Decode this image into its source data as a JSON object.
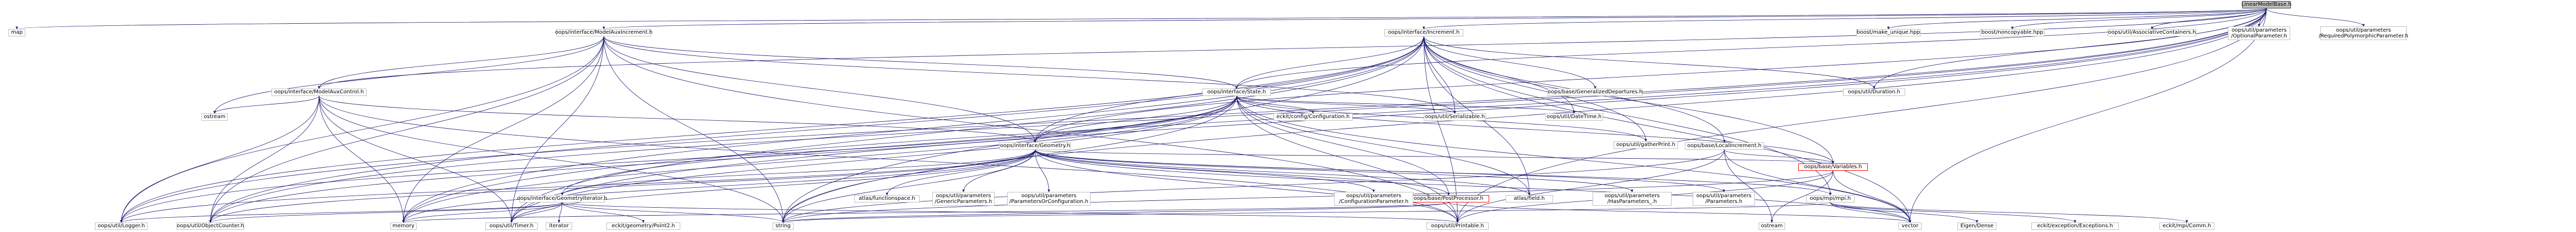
{
  "graph": {
    "root": "LinearModelBase.h",
    "nodes": [
      {
        "id": "root",
        "label": "LinearModelBase.h",
        "style": "root"
      },
      {
        "id": "map",
        "label": "map"
      },
      {
        "id": "mai",
        "label": "oops/interface/ModelAuxIncrement.h"
      },
      {
        "id": "ii",
        "label": "oops/interface/Increment.h"
      },
      {
        "id": "boost_mu",
        "label": "boost/make_unique.hpp"
      },
      {
        "id": "boost_nc",
        "label": "boost/noncopyable.hpp"
      },
      {
        "id": "assoc",
        "label": "oops/util/AssociativeContainers.h"
      },
      {
        "id": "optparam",
        "label": "oops/util/parameters\n/OptionalParameter.h"
      },
      {
        "id": "reqpoly",
        "label": "oops/util/parameters\n/RequiredPolymorphicParameter.h"
      },
      {
        "id": "mac",
        "label": "oops/interface/ModelAuxControl.h"
      },
      {
        "id": "state",
        "label": "oops/interface/State.h"
      },
      {
        "id": "gendep",
        "label": "oops/base/GeneralizedDepartures.h"
      },
      {
        "id": "duration",
        "label": "oops/util/Duration.h"
      },
      {
        "id": "localinc",
        "label": "oops/base/LocalIncrement.h"
      },
      {
        "id": "mpi",
        "label": "oops/mpi/mpi.h"
      },
      {
        "id": "ostream",
        "label": "ostream"
      },
      {
        "id": "geom",
        "label": "oops/interface/Geometry.h"
      },
      {
        "id": "config",
        "label": "eckit/config/Configuration.h"
      },
      {
        "id": "serializable",
        "label": "oops/util/Serializable.h"
      },
      {
        "id": "datetime",
        "label": "oops/util/DateTime.h"
      },
      {
        "id": "gatherprint",
        "label": "oops/util/gatherPrint.h"
      },
      {
        "id": "geomiter",
        "label": "oops/interface/GeometryIterator.h"
      },
      {
        "id": "atlas_fs",
        "label": "atlas/functionspace.h"
      },
      {
        "id": "genparams",
        "label": "oops/util/parameters\n/GenericParameters.h"
      },
      {
        "id": "paramsorcfg",
        "label": "oops/util/parameters\n/ParametersOrConfiguration.h"
      },
      {
        "id": "postproc",
        "label": "oops/base/PostProcessor.h",
        "style": "red"
      },
      {
        "id": "atlas_field",
        "label": "atlas/field.h"
      },
      {
        "id": "cfgparam",
        "label": "oops/util/parameters\n/ConfigurationParameter.h"
      },
      {
        "id": "hasparams",
        "label": "oops/util/parameters\n/HasParameters_.h"
      },
      {
        "id": "params",
        "label": "oops/util/parameters\n/Parameters.h"
      },
      {
        "id": "variables",
        "label": "oops/base/Variables.h",
        "style": "red"
      },
      {
        "id": "logger",
        "label": "oops/util/Logger.h"
      },
      {
        "id": "objcounter",
        "label": "oops/util/ObjectCounter.h"
      },
      {
        "id": "memory",
        "label": "memory"
      },
      {
        "id": "timer",
        "label": "oops/util/Timer.h"
      },
      {
        "id": "iterator",
        "label": "iterator"
      },
      {
        "id": "point2",
        "label": "eckit/geometry/Point2.h"
      },
      {
        "id": "string",
        "label": "string"
      },
      {
        "id": "printable",
        "label": "oops/util/Printable.h"
      },
      {
        "id": "ostream2",
        "label": "ostream"
      },
      {
        "id": "vector",
        "label": "vector"
      },
      {
        "id": "eigen",
        "label": "Eigen/Dense"
      },
      {
        "id": "exceptions",
        "label": "eckit/exception/Exceptions.h"
      },
      {
        "id": "comm",
        "label": "eckit/mpi/Comm.h"
      }
    ],
    "edges": [
      [
        "root",
        "map"
      ],
      [
        "root",
        "mai"
      ],
      [
        "root",
        "ii"
      ],
      [
        "root",
        "boost_mu"
      ],
      [
        "root",
        "boost_nc"
      ],
      [
        "root",
        "assoc"
      ],
      [
        "root",
        "optparam"
      ],
      [
        "root",
        "reqpoly"
      ],
      [
        "root",
        "logger"
      ],
      [
        "root",
        "objcounter"
      ],
      [
        "root",
        "timer"
      ],
      [
        "root",
        "memory"
      ],
      [
        "root",
        "string"
      ],
      [
        "root",
        "vector"
      ],
      [
        "root",
        "geom"
      ],
      [
        "root",
        "state"
      ],
      [
        "root",
        "duration"
      ],
      [
        "root",
        "printable"
      ],
      [
        "root",
        "mac"
      ],
      [
        "mai",
        "mac"
      ],
      [
        "mai",
        "ostream"
      ],
      [
        "mai",
        "geom"
      ],
      [
        "mai",
        "state"
      ],
      [
        "mai",
        "serializable"
      ],
      [
        "mai",
        "logger"
      ],
      [
        "mai",
        "objcounter"
      ],
      [
        "mai",
        "memory"
      ],
      [
        "mai",
        "timer"
      ],
      [
        "mai",
        "string"
      ],
      [
        "mai",
        "printable"
      ],
      [
        "ii",
        "state"
      ],
      [
        "ii",
        "gendep"
      ],
      [
        "ii",
        "duration"
      ],
      [
        "ii",
        "localinc"
      ],
      [
        "ii",
        "mpi"
      ],
      [
        "ii",
        "geom"
      ],
      [
        "ii",
        "serializable"
      ],
      [
        "ii",
        "datetime"
      ],
      [
        "ii",
        "gatherprint"
      ],
      [
        "ii",
        "atlas_field"
      ],
      [
        "ii",
        "variables"
      ],
      [
        "ii",
        "logger"
      ],
      [
        "ii",
        "objcounter"
      ],
      [
        "ii",
        "memory"
      ],
      [
        "ii",
        "timer"
      ],
      [
        "ii",
        "printable"
      ],
      [
        "ii",
        "vector"
      ],
      [
        "ii",
        "string"
      ],
      [
        "mac",
        "ostream"
      ],
      [
        "mac",
        "geom"
      ],
      [
        "mac",
        "logger"
      ],
      [
        "mac",
        "objcounter"
      ],
      [
        "mac",
        "memory"
      ],
      [
        "mac",
        "timer"
      ],
      [
        "mac",
        "string"
      ],
      [
        "mac",
        "printable"
      ],
      [
        "state",
        "config"
      ],
      [
        "state",
        "geom"
      ],
      [
        "state",
        "serializable"
      ],
      [
        "state",
        "datetime"
      ],
      [
        "state",
        "gatherprint"
      ],
      [
        "state",
        "postproc"
      ],
      [
        "state",
        "atlas_field"
      ],
      [
        "state",
        "variables"
      ],
      [
        "state",
        "geomiter"
      ],
      [
        "state",
        "logger"
      ],
      [
        "state",
        "objcounter"
      ],
      [
        "state",
        "timer"
      ],
      [
        "state",
        "string"
      ],
      [
        "state",
        "printable"
      ],
      [
        "state",
        "memory"
      ],
      [
        "state",
        "vector"
      ],
      [
        "localinc",
        "variables"
      ],
      [
        "localinc",
        "printable"
      ],
      [
        "localinc",
        "ostream2"
      ],
      [
        "localinc",
        "vector"
      ],
      [
        "localinc",
        "string"
      ],
      [
        "mpi",
        "eigen"
      ],
      [
        "mpi",
        "exceptions"
      ],
      [
        "mpi",
        "comm"
      ],
      [
        "mpi",
        "vector"
      ],
      [
        "mpi",
        "string"
      ],
      [
        "geom",
        "geomiter"
      ],
      [
        "geom",
        "atlas_fs"
      ],
      [
        "geom",
        "genparams"
      ],
      [
        "geom",
        "paramsorcfg"
      ],
      [
        "geom",
        "postproc"
      ],
      [
        "geom",
        "atlas_field"
      ],
      [
        "geom",
        "cfgparam"
      ],
      [
        "geom",
        "hasparams"
      ],
      [
        "geom",
        "params"
      ],
      [
        "geom",
        "variables"
      ],
      [
        "geom",
        "mpi"
      ],
      [
        "geom",
        "logger"
      ],
      [
        "geom",
        "objcounter"
      ],
      [
        "geom",
        "memory"
      ],
      [
        "geom",
        "timer"
      ],
      [
        "geom",
        "string"
      ],
      [
        "geom",
        "printable"
      ],
      [
        "geom",
        "vector"
      ],
      [
        "geomiter",
        "iterator"
      ],
      [
        "geomiter",
        "point2"
      ],
      [
        "geomiter",
        "logger"
      ],
      [
        "geomiter",
        "objcounter"
      ],
      [
        "geomiter",
        "memory"
      ],
      [
        "geomiter",
        "timer"
      ],
      [
        "geomiter",
        "string"
      ],
      [
        "geomiter",
        "printable"
      ],
      [
        "postproc",
        "string"
      ],
      [
        "postproc",
        "vector"
      ],
      [
        "postproc",
        "memory"
      ],
      [
        "variables",
        "ostream2"
      ],
      [
        "variables",
        "string"
      ],
      [
        "variables",
        "vector"
      ],
      [
        "variables",
        "printable"
      ]
    ]
  }
}
